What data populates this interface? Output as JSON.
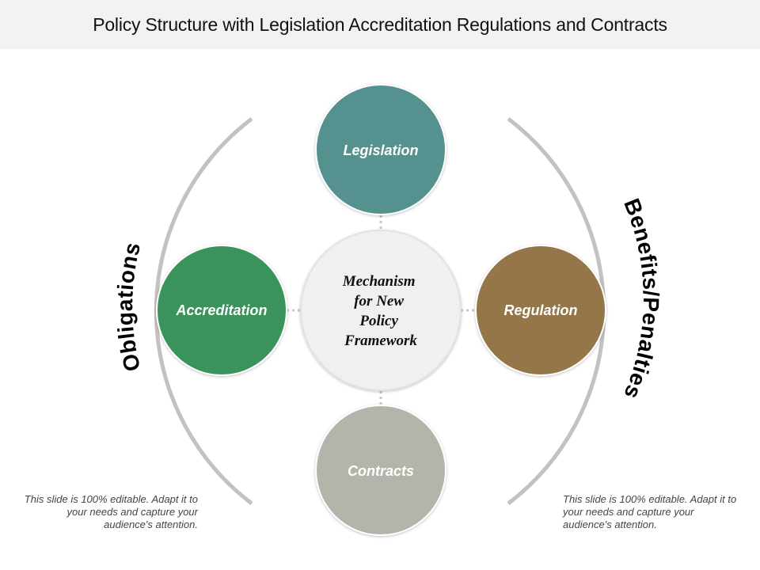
{
  "title": "Policy Structure with Legislation Accreditation Regulations and Contracts",
  "center": {
    "lines": [
      "Mechanism",
      "for New",
      "Policy",
      "Framework"
    ]
  },
  "nodes": {
    "top": "Legislation",
    "left": "Accreditation",
    "right": "Regulation",
    "bottom": "Contracts"
  },
  "colors": {
    "legislation": "#54918f",
    "accreditation": "#3a935c",
    "regulation": "#957648",
    "contracts": "#b4b4aa",
    "center": "#f0f0f0",
    "arc": "#c2c2c2"
  },
  "side_labels": {
    "left": "Obligations",
    "right": "Benefits/Penalties"
  },
  "notes": {
    "left": "This slide is 100% editable.  Adapt it to your needs and capture your audience's attention.",
    "right": "This slide is 100% editable.  Adapt it to your needs and capture your audience's attention."
  }
}
